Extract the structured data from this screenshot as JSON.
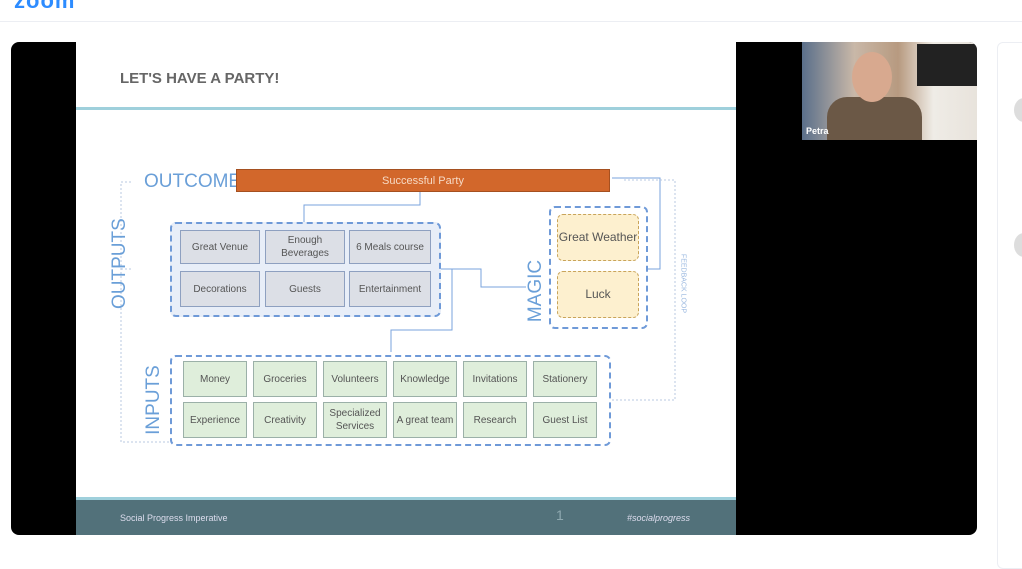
{
  "app": {
    "logo": "zoom"
  },
  "slide": {
    "title": "LET'S HAVE A PARTY!",
    "footer_left": "Social Progress Imperative",
    "page_number": "1",
    "footer_right": "#socialprogress",
    "labels": {
      "outcome": "OUTCOME",
      "outputs": "OUTPUTS",
      "inputs": "INPUTS",
      "magic": "MAGIC",
      "feedback": "FEEDBACK LOOP"
    },
    "outcome": "Successful Party",
    "outputs": [
      "Great Venue",
      "Enough Beverages",
      "6 Meals course",
      "Decorations",
      "Guests",
      "Entertainment"
    ],
    "magic": [
      "Great Weather",
      "Luck"
    ],
    "inputs": [
      "Money",
      "Groceries",
      "Volunteers",
      "Knowledge",
      "Invitations",
      "Stationery",
      "Experience",
      "Creativity",
      "Specialized Services",
      "A great team",
      "Research",
      "Guest List"
    ]
  },
  "participant": {
    "name": "Petra"
  },
  "colors": {
    "accent": "#2d8cff",
    "outcome_bar": "#d2672b",
    "diagram_blue": "#6a9fd8",
    "footer": "#52717a"
  }
}
